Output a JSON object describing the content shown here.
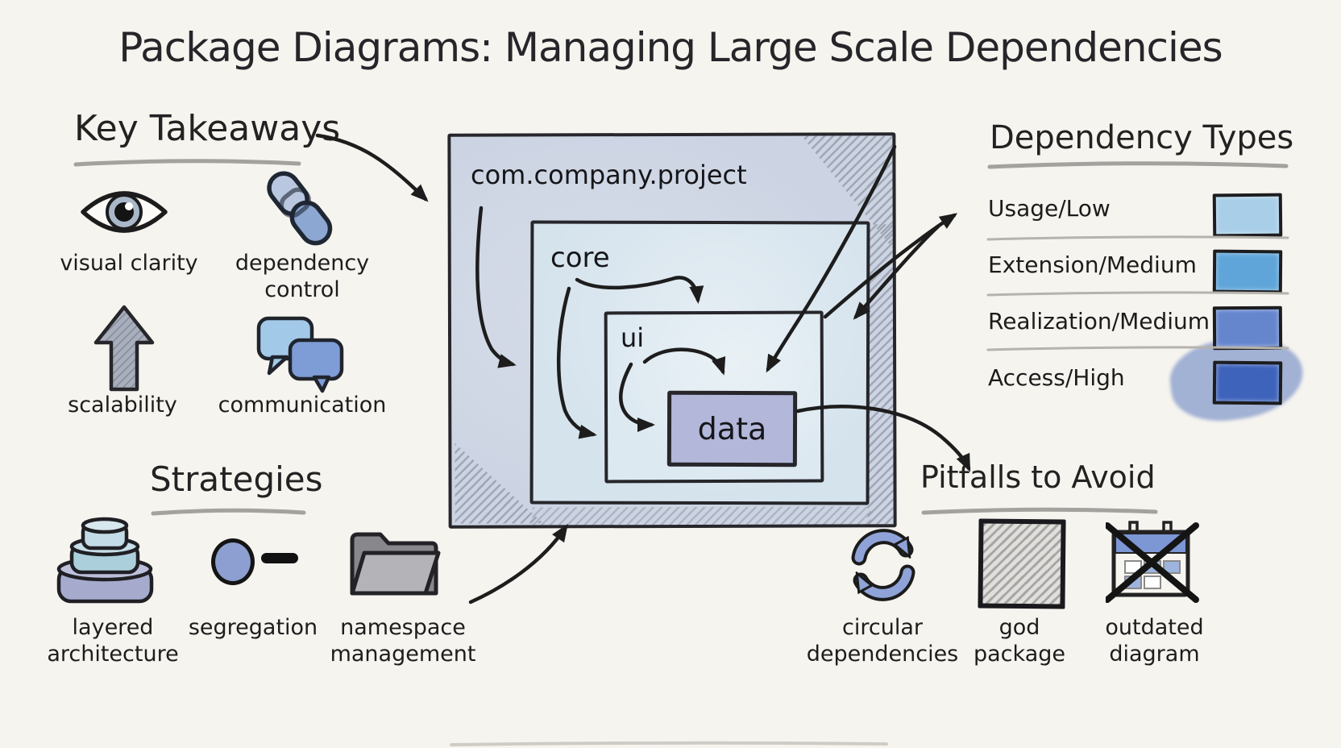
{
  "title": "Package Diagrams: Managing Large Scale Dependencies",
  "key_takeaways": {
    "heading": "Key Takeaways",
    "items": [
      {
        "icon": "eye-icon",
        "label": "visual clarity"
      },
      {
        "icon": "chain-link-icon",
        "label": "dependency control"
      },
      {
        "icon": "up-arrow-icon",
        "label": "scalability"
      },
      {
        "icon": "speech-bubbles-icon",
        "label": "communication"
      }
    ]
  },
  "package_diagram": {
    "outer_package": "com.company.project",
    "core_package": "core",
    "ui_package": "ui",
    "data_package": "data"
  },
  "dependency_types": {
    "heading": "Dependency Types",
    "items": [
      {
        "label": "Usage/Low",
        "color": "#a9cfe8"
      },
      {
        "label": "Extension/Medium",
        "color": "#5fa5d9"
      },
      {
        "label": "Realization/Medium",
        "color": "#6585cd"
      },
      {
        "label": "Access/High",
        "color": "#3d63bb"
      }
    ]
  },
  "strategies": {
    "heading": "Strategies",
    "items": [
      {
        "icon": "layer-cake-icon",
        "label": "layered architecture"
      },
      {
        "icon": "interface-lollipop-icon",
        "label": "segregation"
      },
      {
        "icon": "folder-icon",
        "label": "namespace management"
      }
    ]
  },
  "pitfalls": {
    "heading": "Pitfalls to Avoid",
    "items": [
      {
        "icon": "cycle-arrows-icon",
        "label": "circular dependencies"
      },
      {
        "icon": "gray-square-icon",
        "label": "god package"
      },
      {
        "icon": "crossed-calendar-icon",
        "label": "outdated diagram"
      }
    ]
  },
  "colors": {
    "paper": "#f6f4ef",
    "ink": "#1f1f1f",
    "outer_package_fill": "#ccd4e3",
    "core_package_fill": "#d5e3ed",
    "ui_package_fill": "#dde9f1",
    "data_package_fill": "#b3b7d9"
  }
}
